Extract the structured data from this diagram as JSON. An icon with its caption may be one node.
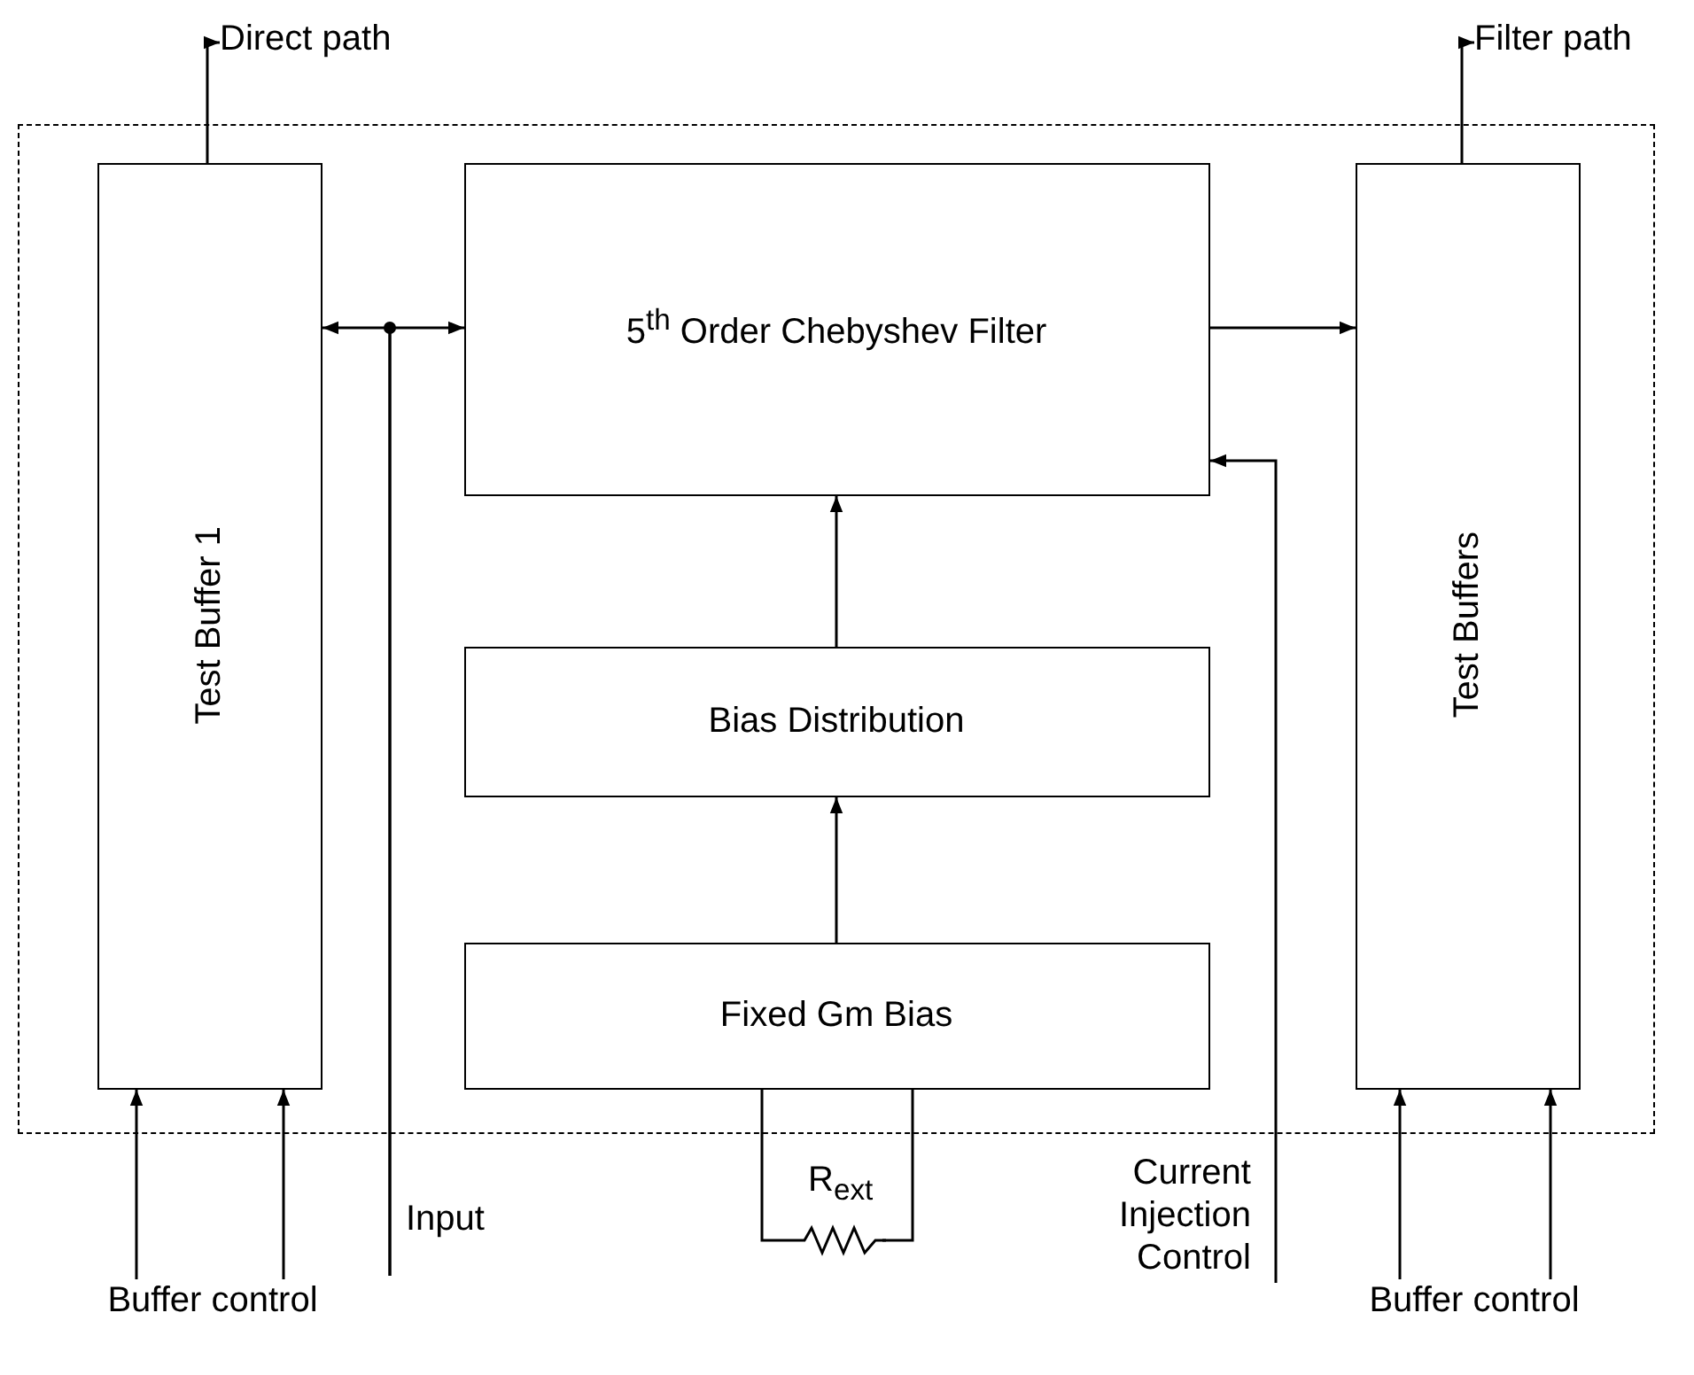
{
  "diagram": {
    "nodes": [
      {
        "text": [],
        "shape": "box"
      },
      {
        "text": [
          "Test Buffer 1"
        ],
        "in": 0
      },
      {
        "text": [
          "5$^{th}$ Order Chebyshev Filter"
        ],
        "in": 0
      },
      {
        "text": [
          "Bias Distribution"
        ],
        "in": 0
      },
      {
        "text": [
          "Fixed Gm Bias"
        ],
        "in": 0
      },
      {
        "text": [
          "Test Buffers"
        ],
        "in": 0
      },
      {
        "text": [
          "Direct path"
        ]
      },
      {
        "text": [
          "Filter path"
        ]
      },
      {
        "text": [
          "Buffer control"
        ]
      },
      {
        "text": [
          "Input"
        ]
      },
      {
        "text": [
          "R$_{ext}$"
        ]
      },
      {
        "text": [
          "Current Injection Control"
        ]
      },
      {
        "text": [
          "Buffer control"
        ]
      }
    ],
    "edges": [
      {
        "from": 1,
        "to": 6,
        "arrow": "to"
      },
      {
        "from": 5,
        "to": 7,
        "arrow": "to"
      },
      {
        "from": 9,
        "to": 1,
        "arrow": "to"
      },
      {
        "from": 9,
        "to": 2,
        "arrow": "to"
      },
      {
        "from": 2,
        "to": 5,
        "arrow": "to"
      },
      {
        "from": 4,
        "to": 3,
        "arrow": "to"
      },
      {
        "from": 3,
        "to": 2,
        "arrow": "to"
      },
      {
        "from": 8,
        "to": 1,
        "arrow": "to"
      },
      {
        "from": 8,
        "to": 1,
        "arrow": "to"
      },
      {
        "from": 11,
        "to": 2,
        "arrow": "to"
      },
      {
        "from": 12,
        "to": 5,
        "arrow": "to"
      },
      {
        "from": 12,
        "to": 5,
        "arrow": "to"
      },
      {
        "from": 4,
        "to": 10,
        "arrow": "none"
      },
      {
        "from": 4,
        "to": 10,
        "arrow": "none"
      }
    ]
  }
}
